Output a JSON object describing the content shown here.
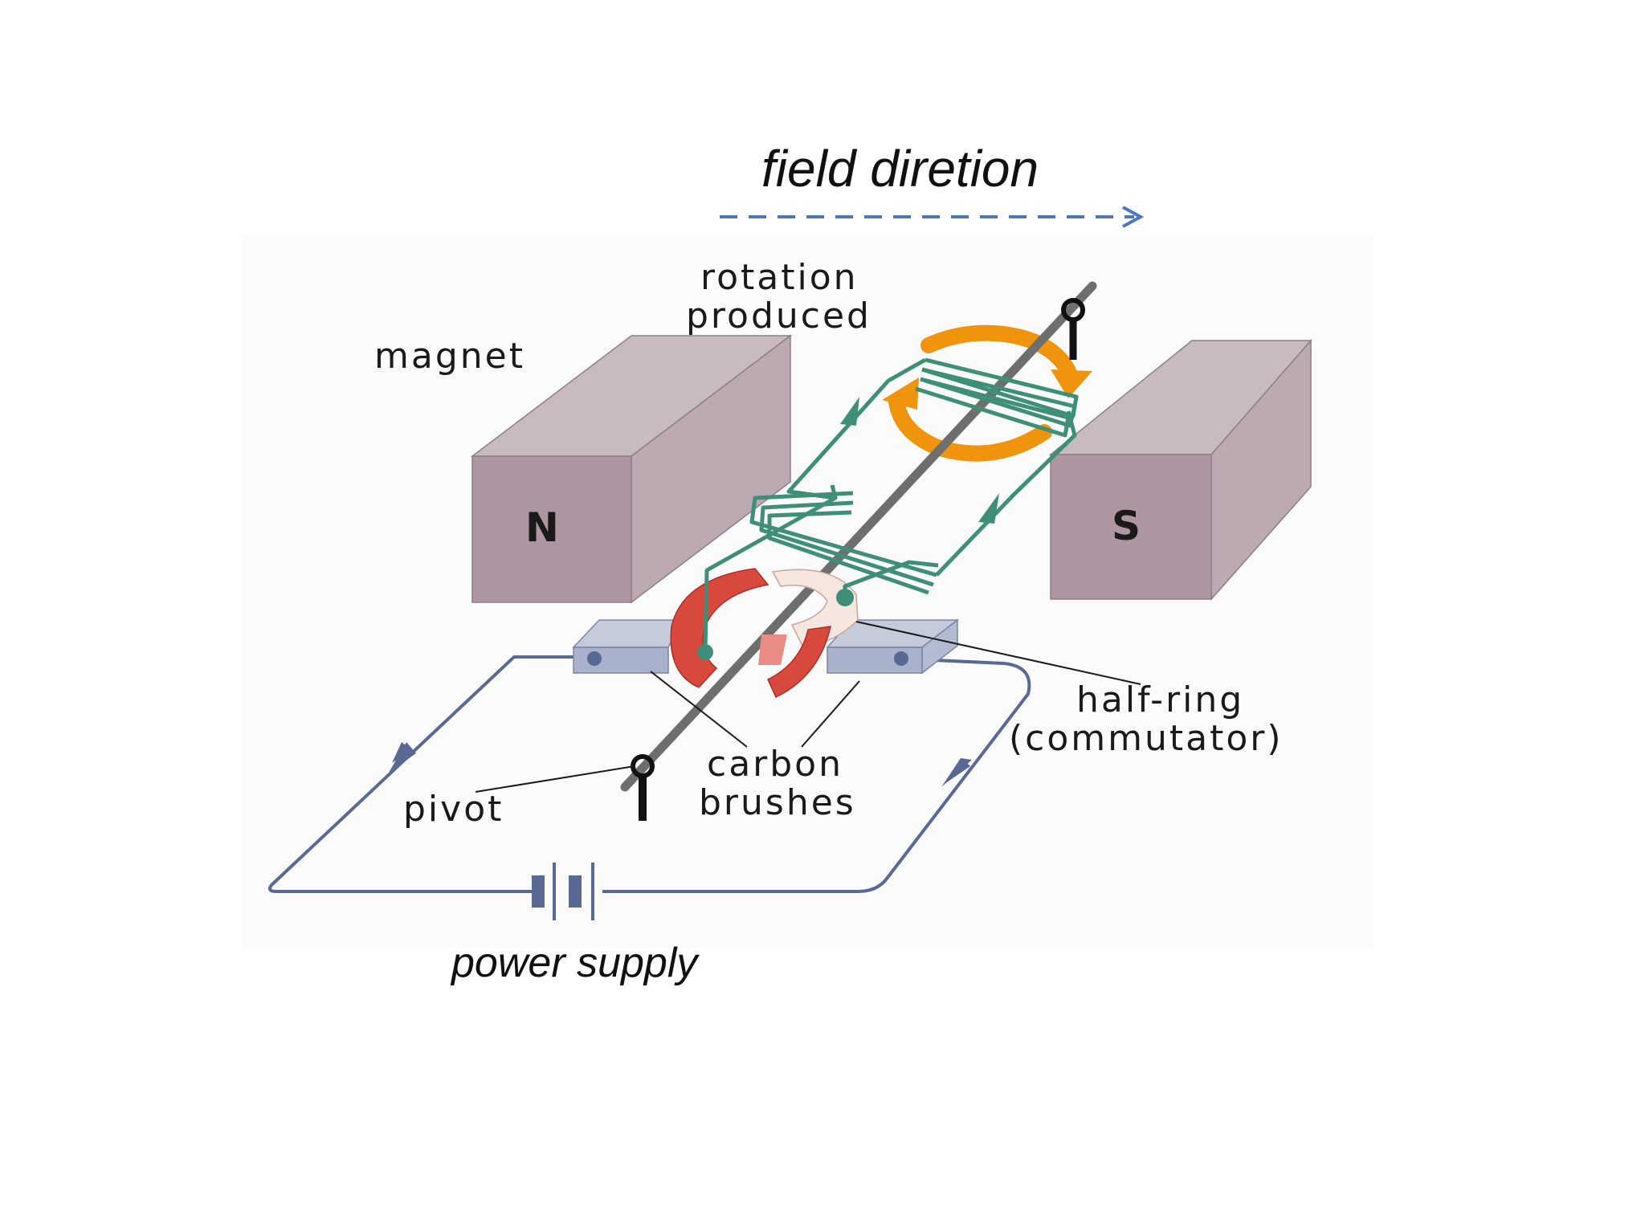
{
  "labels": {
    "field_direction": "field diretion",
    "rotation_line1": "rotation",
    "rotation_line2": "produced",
    "magnet": "magnet",
    "north": "N",
    "south": "S",
    "half_ring_line1": "half-ring",
    "half_ring_line2": "(commutator)",
    "carbon_line1": "carbon",
    "carbon_line2": "brushes",
    "pivot": "pivot",
    "power_supply": "power supply"
  },
  "colors": {
    "magnet_front": "#ad96a2",
    "magnet_top": "#c8bbc0",
    "magnet_side": "#bcaab3",
    "coil": "#3f8f78",
    "rotation_arrow": "#f0940e",
    "circuit_wire": "#5a6894",
    "field_arrow": "#4a78b8",
    "commutator_red": "#d8483c",
    "brush_block": "#a9b2cc",
    "axle": "#6e6e6e"
  }
}
